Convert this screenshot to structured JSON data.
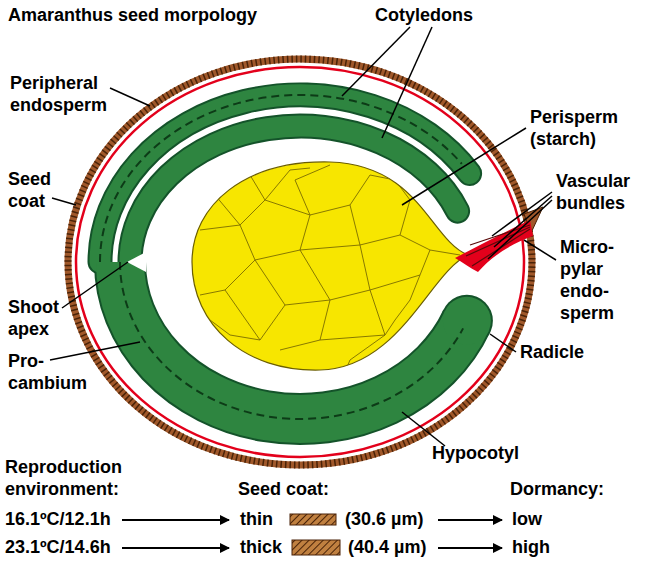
{
  "diagram": {
    "title": "Amaranthus seed morpology",
    "labels": [
      "Cotyledons",
      "Peripheral endosperm",
      "Perisperm (starch)",
      "Seed coat",
      "Vascular bundles",
      "Micro- pylar endo- sperm",
      "Shoot apex",
      "Radicle",
      "Pro- cambium",
      "Hypocotyl",
      "Reproduction environment:",
      "Seed coat:",
      "Dormancy:",
      "16.1ºC/12.1h",
      "thin",
      "(30.6 µm)",
      "low",
      "23.1ºC/14.6h",
      "thick",
      "(40.4 µm)",
      "high"
    ]
  }
}
